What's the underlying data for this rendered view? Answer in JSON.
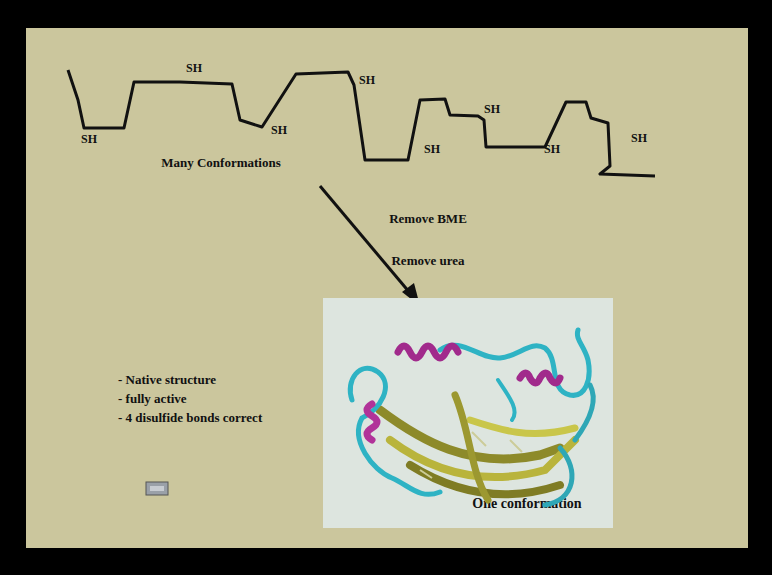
{
  "diagram": {
    "nodes": [
      {
        "text": [
          "One conformation"
        ]
      }
    ],
    "labels": [
      "SH",
      "SH",
      "SH",
      "SH",
      "SH",
      "SH",
      "SH",
      "SH",
      "Many Conformations",
      "Remove BME",
      "Remove urea",
      "- Native structure",
      "- fully active",
      "- 4 disulfide bonds correct"
    ]
  }
}
